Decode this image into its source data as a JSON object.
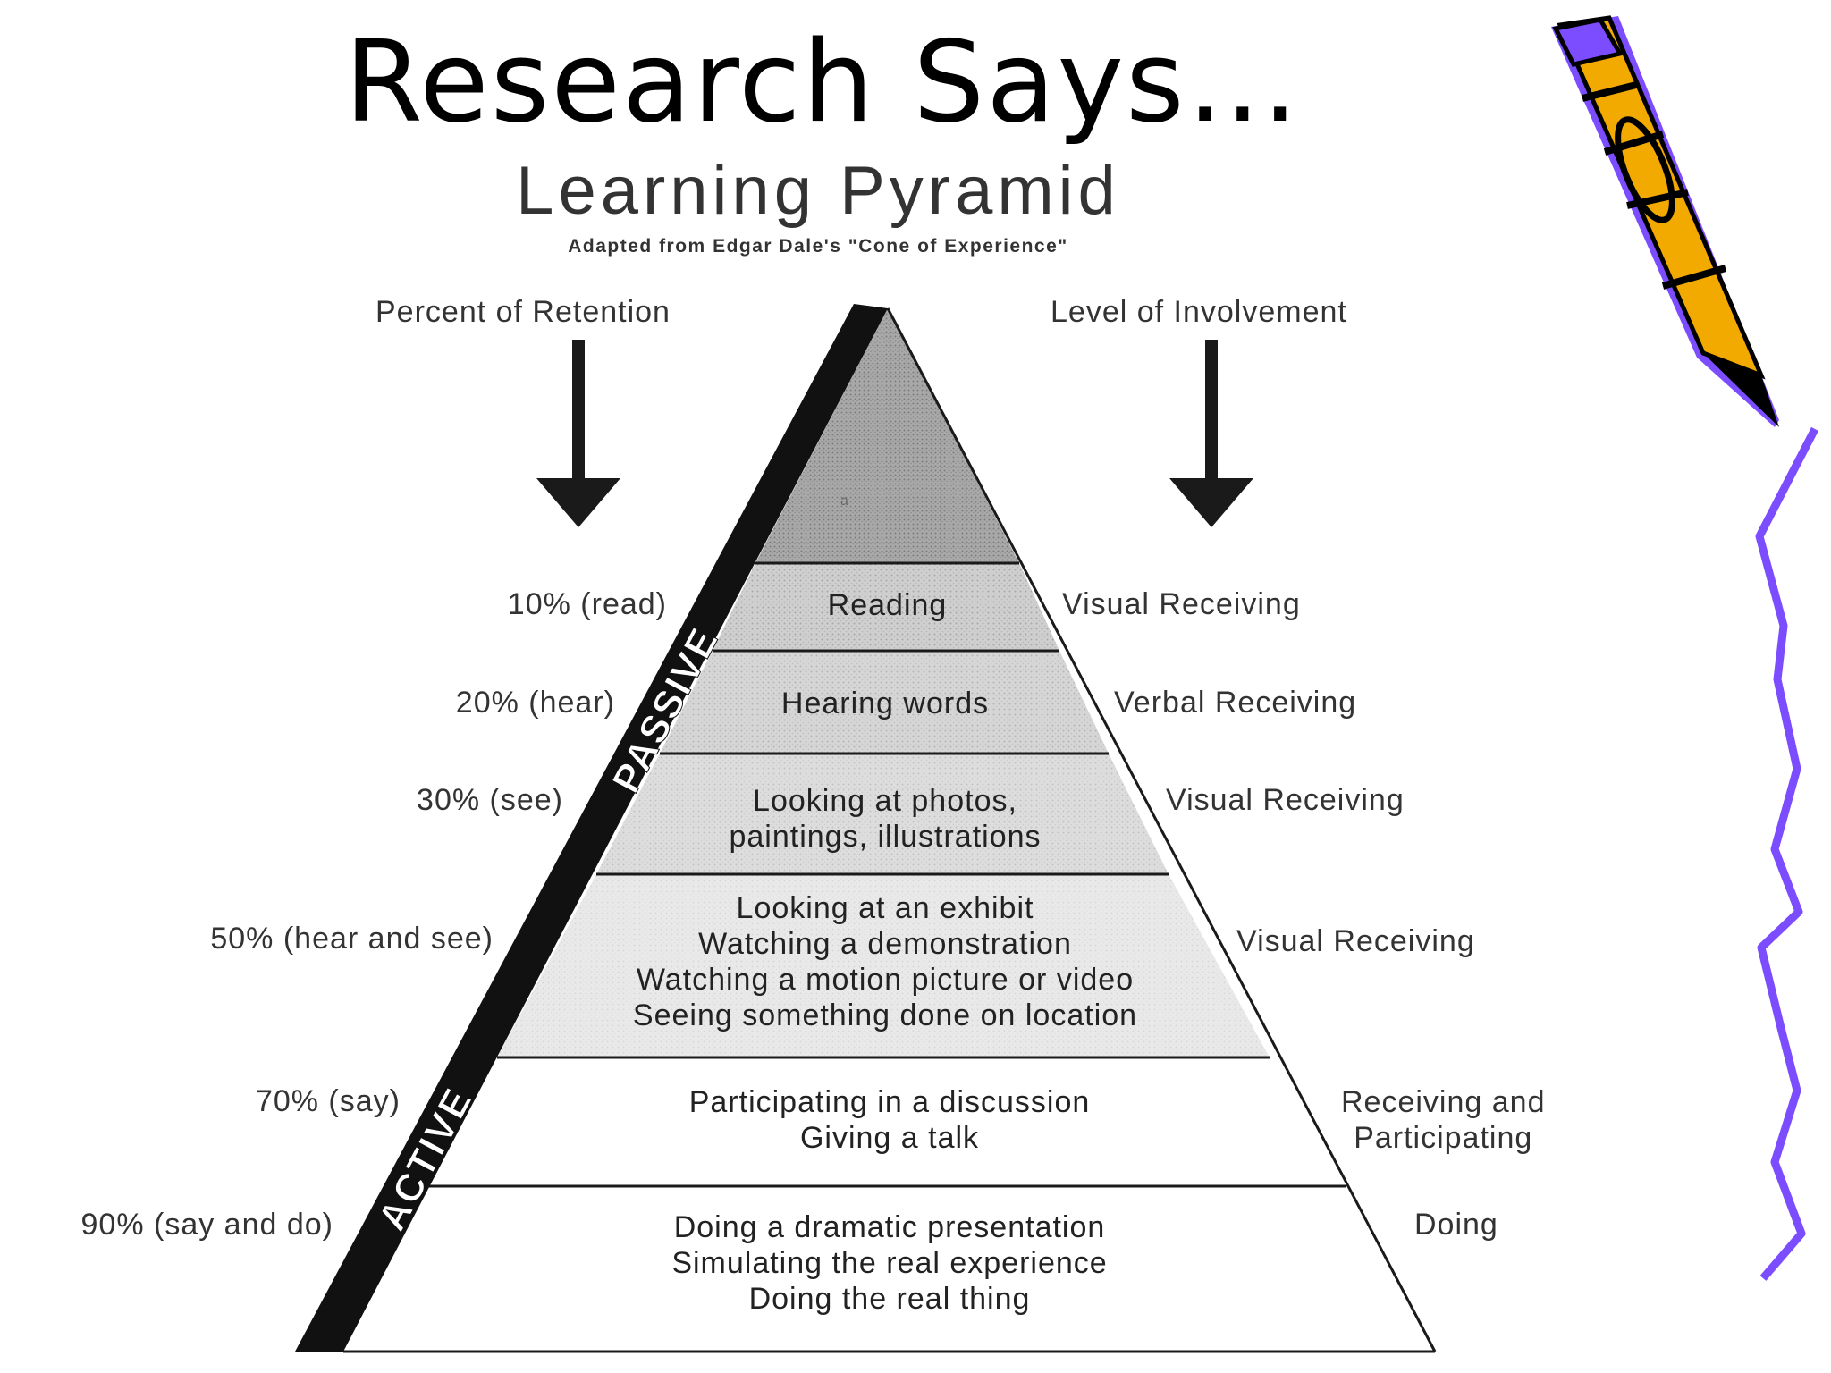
{
  "slide_title": "Research Says…",
  "diagram": {
    "title": "Learning Pyramid",
    "subtitle": "Adapted from Edgar Dale's \"Cone of Experience\"",
    "retention_heading": "Percent of Retention",
    "involvement_heading": "Level of Involvement",
    "passive_label": "PASSIVE",
    "active_label": "ACTIVE",
    "apex_mark": "a",
    "levels": [
      {
        "retention": "10% (read)",
        "activities": [
          "Reading"
        ],
        "involvement": [
          "Visual Receiving"
        ]
      },
      {
        "retention": "20% (hear)",
        "activities": [
          "Hearing words"
        ],
        "involvement": [
          "Verbal Receiving"
        ]
      },
      {
        "retention": "30% (see)",
        "activities": [
          "Looking at photos,",
          "paintings, illustrations"
        ],
        "involvement": [
          "Visual Receiving"
        ]
      },
      {
        "retention": "50% (hear and see)",
        "activities": [
          "Looking at an exhibit",
          "Watching a demonstration",
          "Watching a motion picture or video",
          "Seeing something done on location"
        ],
        "involvement": [
          "Visual Receiving"
        ]
      },
      {
        "retention": "70% (say)",
        "activities": [
          "Participating in a discussion",
          "Giving a talk"
        ],
        "involvement": [
          "Receiving and",
          "Participating"
        ]
      },
      {
        "retention": "90% (say and do)",
        "activities": [
          "Doing a dramatic presentation",
          "Simulating the real experience",
          "Doing the real thing"
        ],
        "involvement": [
          "Doing"
        ]
      }
    ]
  },
  "decorations": {
    "pencil_icon": "pencil-icon",
    "squiggle": "wavy-line",
    "colors": {
      "pencil_body": "#f2a900",
      "accent_purple": "#7b4dff",
      "pyramid_fill": "#c4c4c4",
      "pyramid_apex": "#9e9e9e"
    }
  }
}
